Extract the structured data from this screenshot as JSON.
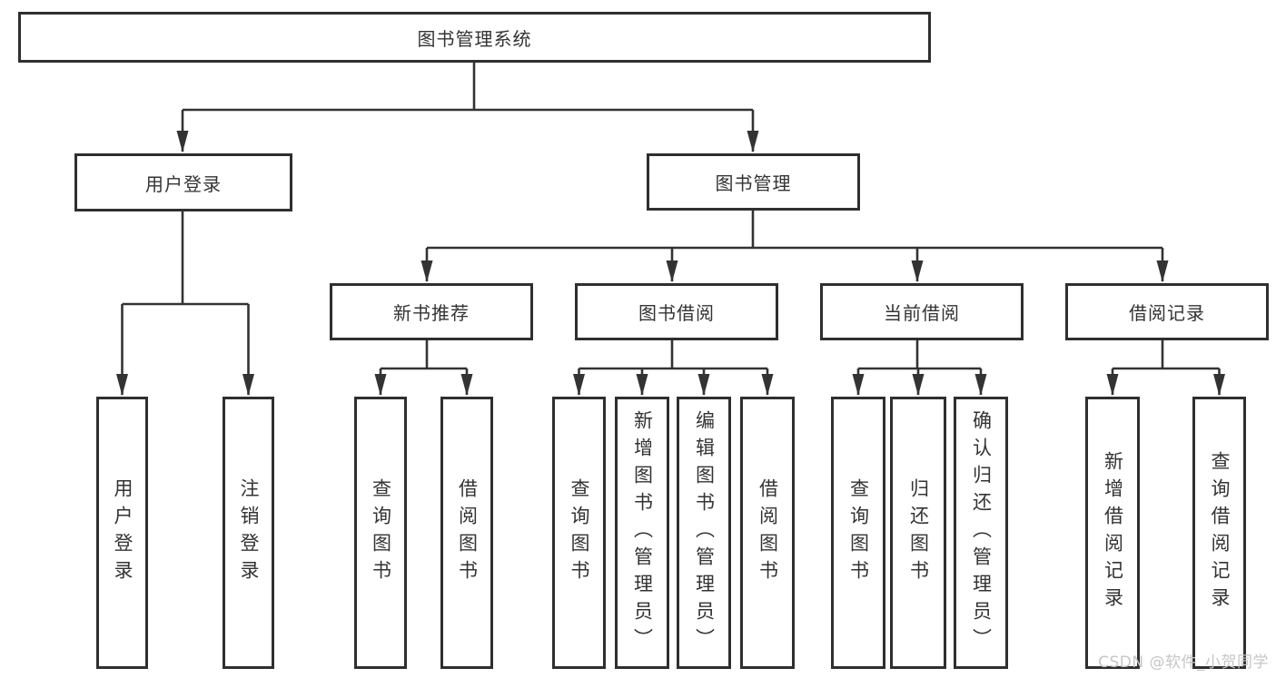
{
  "title": "图书管理系统",
  "watermark": "CSDN @软件_小贺同学",
  "colors": {
    "line": "#333333",
    "box_border": "#2f2f2f",
    "text": "#333333",
    "watermark": "#c6c6c6",
    "background": "#ffffff"
  },
  "tree": {
    "label": "图书管理系统",
    "children": [
      {
        "label": "用户登录",
        "children": [
          {
            "label": "用户登录"
          },
          {
            "label": "注销登录"
          }
        ]
      },
      {
        "label": "图书管理",
        "children": [
          {
            "label": "新书推荐",
            "children": [
              {
                "label": "查询图书"
              },
              {
                "label": "借阅图书"
              }
            ]
          },
          {
            "label": "图书借阅",
            "children": [
              {
                "label": "查询图书"
              },
              {
                "label": "新增图书（管理员）"
              },
              {
                "label": "编辑图书（管理员）"
              },
              {
                "label": "借阅图书"
              }
            ]
          },
          {
            "label": "当前借阅",
            "children": [
              {
                "label": "查询图书"
              },
              {
                "label": "归还图书"
              },
              {
                "label": "确认归还（管理员）"
              }
            ]
          },
          {
            "label": "借阅记录",
            "children": [
              {
                "label": "新增借阅记录"
              },
              {
                "label": "查询借阅记录"
              }
            ]
          }
        ]
      }
    ]
  }
}
